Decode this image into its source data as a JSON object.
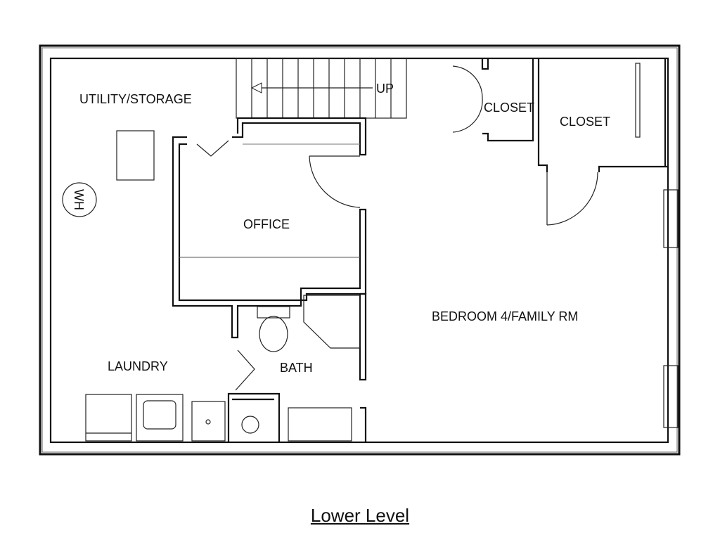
{
  "plan": {
    "rooms": {
      "utility": "UTILITY/STORAGE",
      "stairs": "UP",
      "closet1": "CLOSET",
      "closet2": "CLOSET",
      "water_heater": "WH",
      "office": "OFFICE",
      "bedroom": "BEDROOM 4/FAMILY RM",
      "laundry": "LAUNDRY",
      "bath": "BATH"
    },
    "caption": "Lower Level"
  }
}
